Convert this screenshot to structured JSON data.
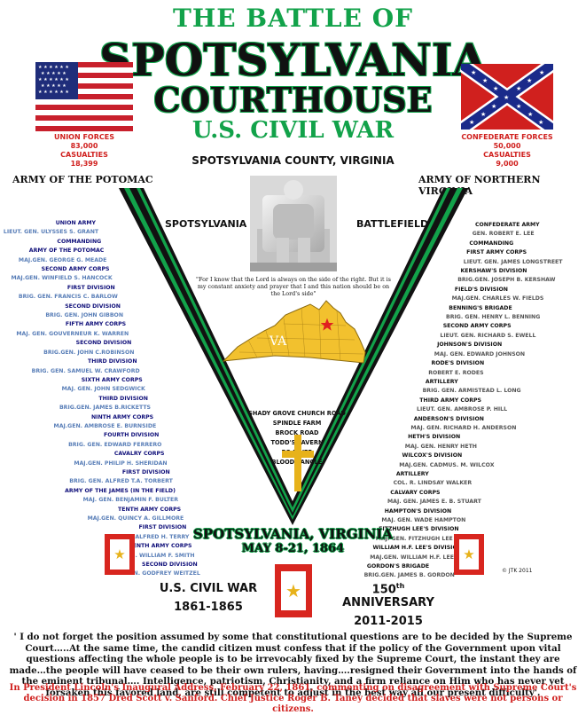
{
  "header": {
    "line1": "THE BATTLE OF",
    "line2": "SPOTSYLVANIA",
    "line3": "COURTHOUSE",
    "line4": "U.S. CIVIL WAR",
    "county": "SPOTSYLVANIA COUNTY, VIRGINIA"
  },
  "union": {
    "forces": "UNION FORCES",
    "count": "83,000",
    "cas_label": "CASUALTIES",
    "casualties": "18,399",
    "army": "ARMY OF THE POTOMAC",
    "roster": [
      "UNION ARMY",
      "LIEUT. GEN. ULYSSES S. GRANT",
      "COMMANDING",
      "ARMY OF THE POTOMAC",
      "MAJ.GEN. GEORGE G. MEADE",
      "SECOND ARMY CORPS",
      "MAJ.GEN. WINFIELD S. HANCOCK",
      "FIRST DIVISION",
      "BRIG. GEN. FRANCIS C. BARLOW",
      "SECOND DIVISION",
      "BRIG. GEN. JOHN GIBBON",
      "FIFTH ARMY CORPS",
      "MAJ. GEN. GOUVERNEUR K. WARREN",
      "SECOND DIVISION",
      "BRIG.GEN. JOHN C.ROBINSON",
      "THIRD DIVISION",
      "BRIG. GEN. SAMUEL W. CRAWFORD",
      "SIXTH ARMY CORPS",
      "MAJ. GEN. JOHN SEDGWICK",
      "THIRD DIVISION",
      "BRIG.GEN. JAMES B.RICKETTS",
      "NINTH ARMY CORPS",
      "MAJ.GEN. AMBROSE E. BURNSIDE",
      "FOURTH DIVISION",
      "BRIG. GEN. EDWARD FERRERO",
      "CAVALRY CORPS",
      "MAJ.GEN. PHILIP H. SHERIDAN",
      "FIRST DIVISION",
      "BRIG. GEN. ALFRED T.A. TORBERT",
      "ARMY OF THE JAMES (IN THE FIELD)",
      "MAJ. GEN. BENJAMIN F. BULTER",
      "TENTH ARMY CORPS",
      "MAJ.GEN. QUINCY A. GILLMORE",
      "FIRST DIVISION",
      "ALFRED H. TERRY",
      "EIGHTEENTH ARMY CORPS",
      "MAJ. GEN. WILLIAM F. SMITH",
      "SECOND DIVISION",
      "BRIG. GEN. GODFREY WEITZEL"
    ]
  },
  "confederate": {
    "forces": "CONFEDERATE FORCES",
    "count": "50,000",
    "cas_label": "CASUALTIES",
    "casualties": "9,000",
    "army": "ARMY OF NORTHERN VIRGINIA",
    "roster": [
      "CONFEDERATE ARMY",
      "GEN. ROBERT E. LEE",
      "COMMANDING",
      "FIRST ARMY CORPS",
      "LIEUT. GEN. JAMES LONGSTREET",
      "KERSHAW'S DIVISION",
      "BRIG.GEN. JOSEPH B. KERSHAW",
      "FIELD'S DIVISION",
      "MAJ.GEN. CHARLES W. FIELDS",
      "BENNING'S BRIGADE",
      "BRIG. GEN. HENRY L. BENNING",
      "SECOND ARMY CORPS",
      "LIEUT. GEN. RICHARD S. EWELL",
      "JOHNSON'S DIVISION",
      "MAJ. GEN. EDWARD JOHNSON",
      "RODE'S DIVISION",
      "ROBERT E. RODES",
      "ARTILLERY",
      "BRIG. GEN. ARMISTEAD L. LONG",
      "THIRD ARMY CORPS",
      "LIEUT. GEN. AMBROSE P. HILL",
      "ANDERSON'S DIVISION",
      "MAJ. GEN. RICHARD H. ANDERSON",
      "HETH'S DIVISION",
      "MAJ. GEN. HENRY HETH",
      "WILCOX'S DIVISION",
      "MAJ.GEN. CADMUS. M. WILCOX",
      "ARTILLERY",
      "COL. R. LINDSAY WALKER",
      "CALVARY CORPS",
      "MAJ. GEN. JAMES E. B. STUART",
      "HAMPTON'S DIVISION",
      "MAJ. GEN. WADE HAMPTON",
      "FITZHUGH LEE'S DIVISION",
      "MAJ. GEN. FITZHUGH LEE",
      "WILLIAM H.F. LEE'S DIVISION",
      "MAJ.GEN. WILLIAM H.F. LEE",
      "GORDON'S BRIGADE",
      "BRIG.GEN. JAMES B. GORDON"
    ]
  },
  "center": {
    "left_label": "SPOTSYLVANIA",
    "right_label": "BATTLEFIELD",
    "quote": "\"For I know that the Lord is always on the side of the right.  But it is my constant anxiety and prayer that I and this nation should be on the Lord's side\"",
    "map_label": "VA",
    "places": [
      "SHADY GROVE CHURCH ROAD",
      "SPINDLE FARM",
      "BROCK ROAD",
      "TODD'S TAVERN",
      "PO RIVER",
      "BLOODY ANGLE"
    ]
  },
  "footer": {
    "place": "SPOTSYLVANIA, VIRGINIA",
    "dates": "MAY 8-21, 1864",
    "left_title": "U.S. CIVIL WAR",
    "left_years": "1861-1865",
    "right_title_pre": "150",
    "right_title_sup": "th",
    "right_title_post": " ANNIVERSARY",
    "right_years": "2011-2015",
    "copyright": "© JTK 2011",
    "lincoln_quote": "' I do not forget the position assumed by some that constitutional questions are to be decided by the Supreme Court…..At the same time, the candid citizen must confess that if the policy of the Government upon vital questions affecting the whole people is to be irrevocably fixed by the Supreme Court, the instant they are made…the people will have ceased to be their own rulers, having….resigned their Government into the hands of  the eminent tribunal…. Intelligence, patriotism, Christianity, and a firm reliance on Him who has never yet forsaken this favored land, are still competent to adjust in the best way all our present difficulty'.",
    "citation": "In President Lincoln's Inaugural Address, February 22, 1861, commenting on disagreement with Supreme Court's decision in 1857 Dred Scott v. Sanford. Chief Justice Roger B. Taney decided that slaves were not persons or citizens."
  },
  "colors": {
    "green": "#12a24a",
    "red": "#d0201e",
    "navy": "#10107a",
    "gold": "#e7b21b",
    "map": "#f2c12e"
  }
}
